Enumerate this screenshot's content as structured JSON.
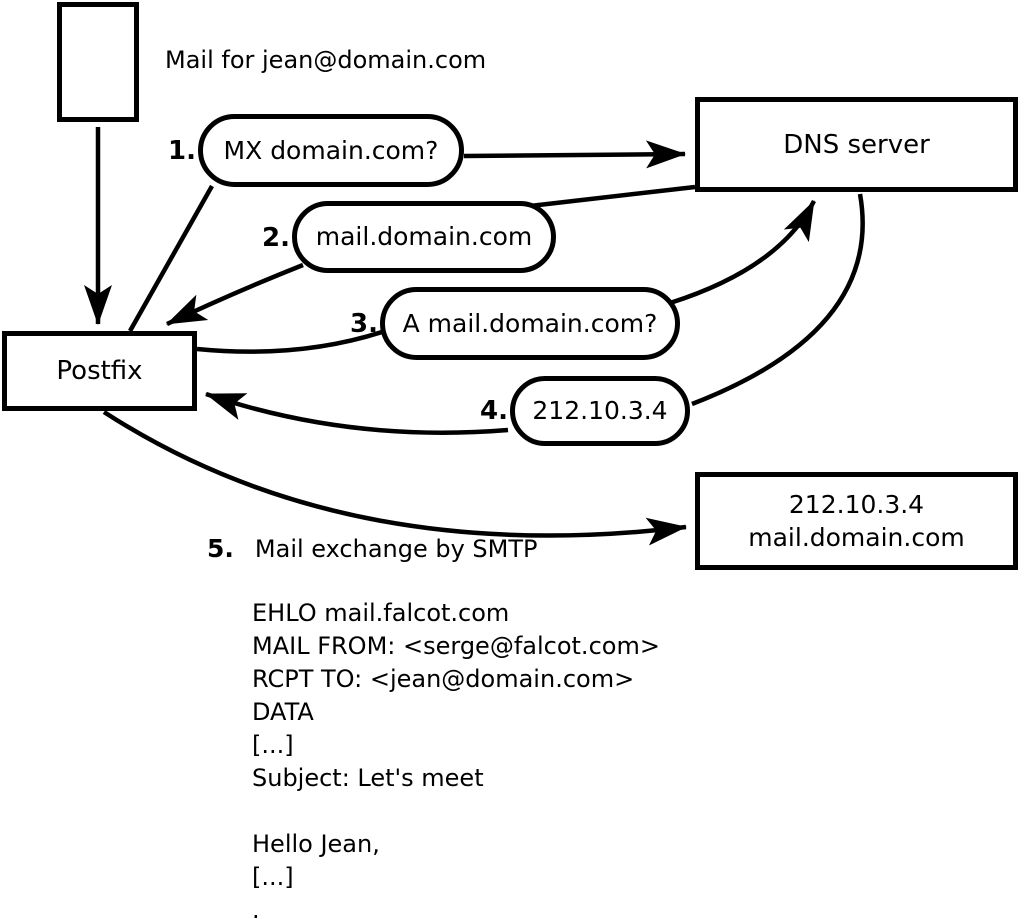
{
  "diagram": {
    "annotation": "Mail for jean@domain.com",
    "nodes": {
      "postfix": "Postfix",
      "dns_server": "DNS server",
      "mail_server_ip": "212.10.3.4",
      "mail_server_hostname": "mail.domain.com"
    },
    "steps": [
      {
        "num": "1.",
        "label": "MX domain.com?"
      },
      {
        "num": "2.",
        "label": "mail.domain.com"
      },
      {
        "num": "3.",
        "label": "A mail.domain.com?"
      },
      {
        "num": "4.",
        "label": "212.10.3.4"
      },
      {
        "num": "5.",
        "label": "Mail exchange by SMTP"
      }
    ],
    "smtp_session": [
      "EHLO mail.falcot.com",
      "MAIL FROM: <serge@falcot.com>",
      "RCPT TO: <jean@domain.com>",
      "DATA",
      "[...]",
      "Subject: Let's meet",
      "",
      "Hello Jean,",
      "[...]",
      "."
    ],
    "colors": {
      "ink": "#000000",
      "paper": "#ffffff"
    }
  }
}
